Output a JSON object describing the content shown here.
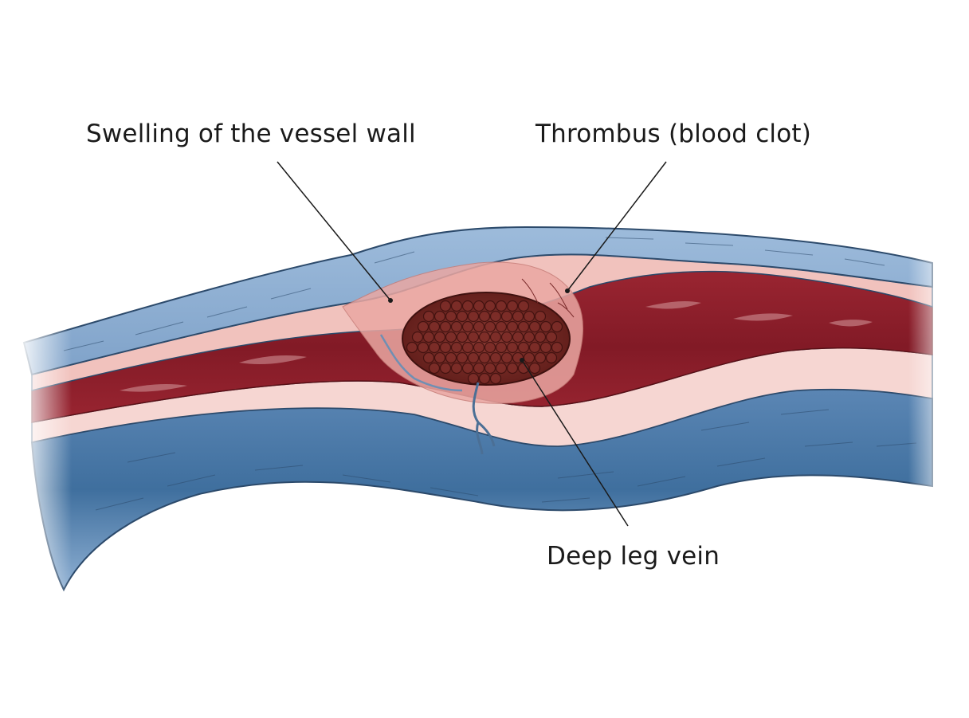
{
  "labels": {
    "swelling": "Swelling of the vessel wall",
    "thrombus": "Thrombus (blood clot)",
    "vein": "Deep leg vein"
  },
  "colors": {
    "outer_wall": "#8fb0d3",
    "outer_wall_dark": "#3d6e9c",
    "outline": "#2c4a6b",
    "inner_lining": "#f2c9c4",
    "intima_pink": "#e9a8a4",
    "blood": "#8e1f2a",
    "blood_dark": "#6e1420",
    "clot": "#7a2a26",
    "clot_dark": "#4e1614",
    "background": "#ffffff"
  }
}
